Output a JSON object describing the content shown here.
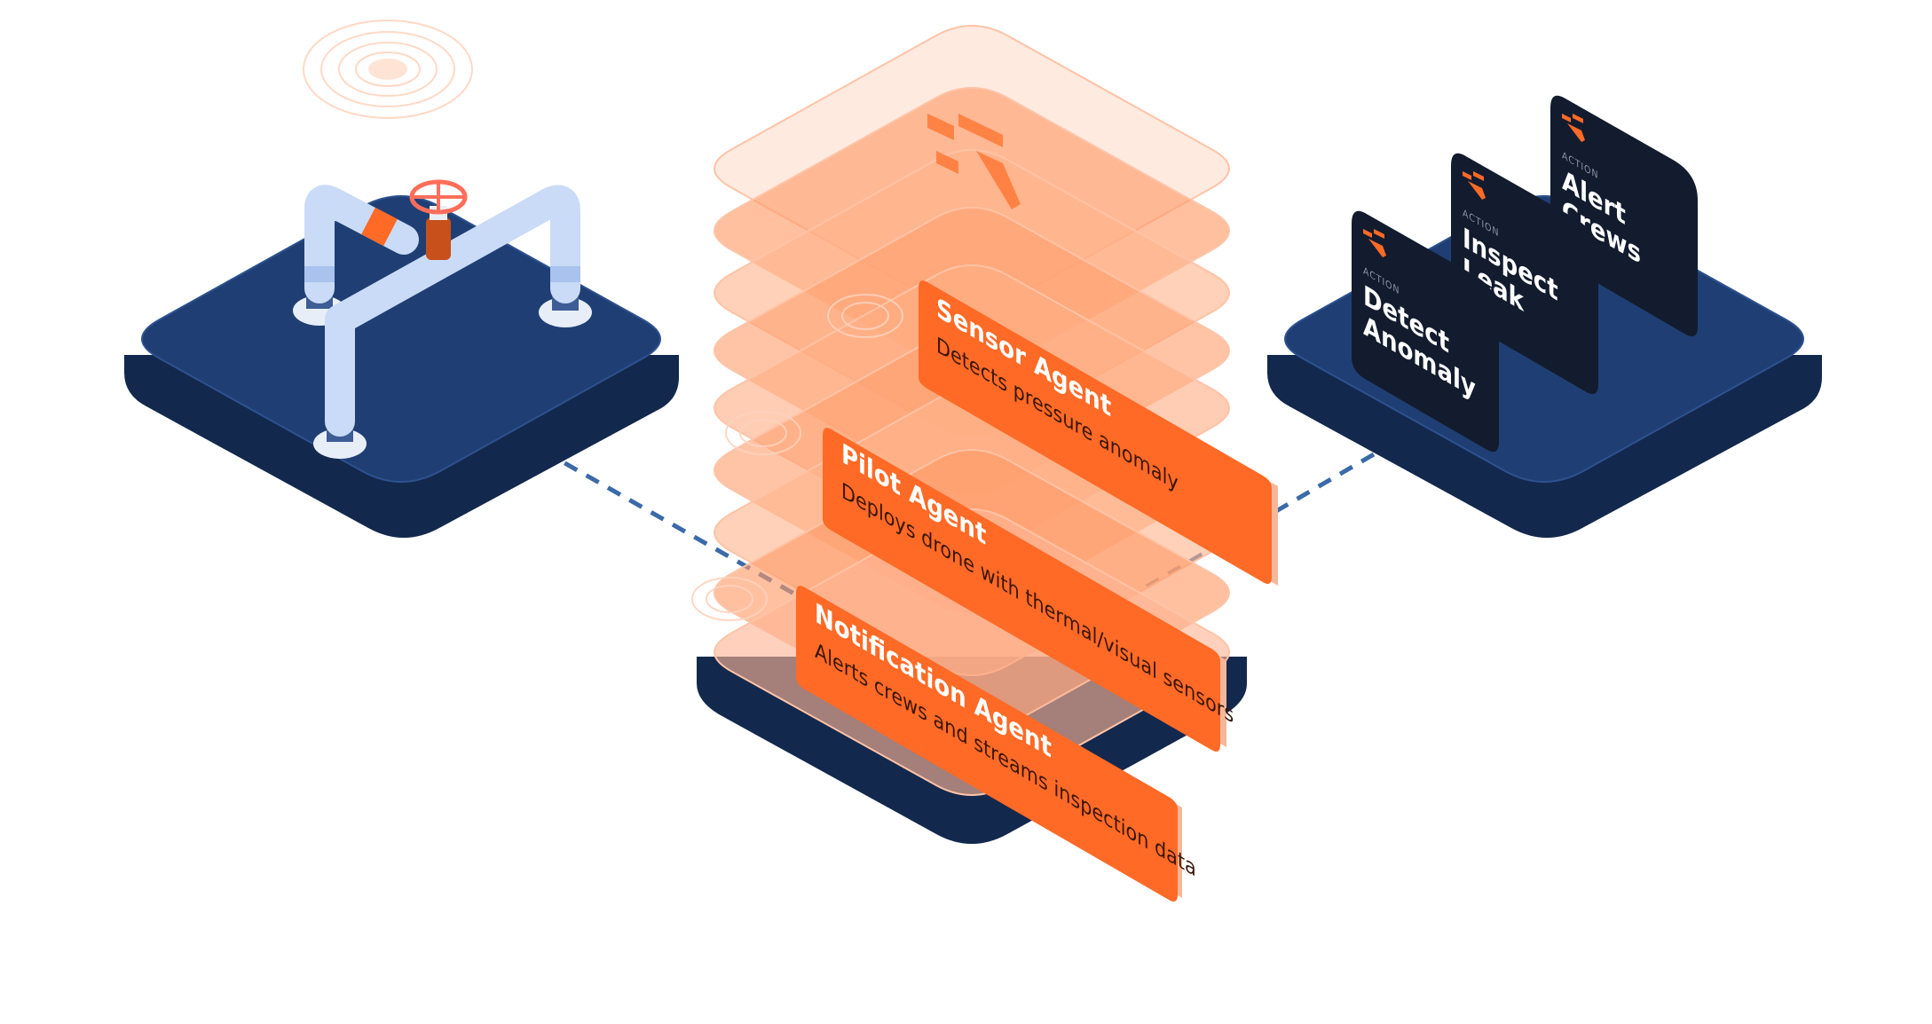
{
  "colors": {
    "navy_top": "#1f3f74",
    "navy_side": "#13284d",
    "orange": "#ff6a26",
    "orange_light": "#ffb594",
    "card_bg": "#121c2e",
    "pipe": "#c9dbf7",
    "connector": "#3b6aa8"
  },
  "agents": [
    {
      "title": "Sensor Agent",
      "desc": "Detects pressure anomaly"
    },
    {
      "title": "Pilot Agent",
      "desc": "Deploys drone with thermal/visual sensors"
    },
    {
      "title": "Notification Agent",
      "desc": "Alerts crews and streams inspection data"
    }
  ],
  "actions": [
    {
      "tag": "ACTION",
      "title_lines": [
        "Detect",
        "Anomaly"
      ],
      "icon": "logo-mark-icon"
    },
    {
      "tag": "ACTION",
      "title_lines": [
        "Inspect",
        "Leak"
      ],
      "icon": "logo-mark-icon"
    },
    {
      "tag": "ACTION",
      "title_lines": [
        "Alert",
        "Crews"
      ],
      "icon": "logo-mark-icon"
    }
  ],
  "icons": {
    "pipeline": "pipeline-valve-icon",
    "logo": "logo-mark-icon",
    "signal": "signal-ripple-icon"
  }
}
